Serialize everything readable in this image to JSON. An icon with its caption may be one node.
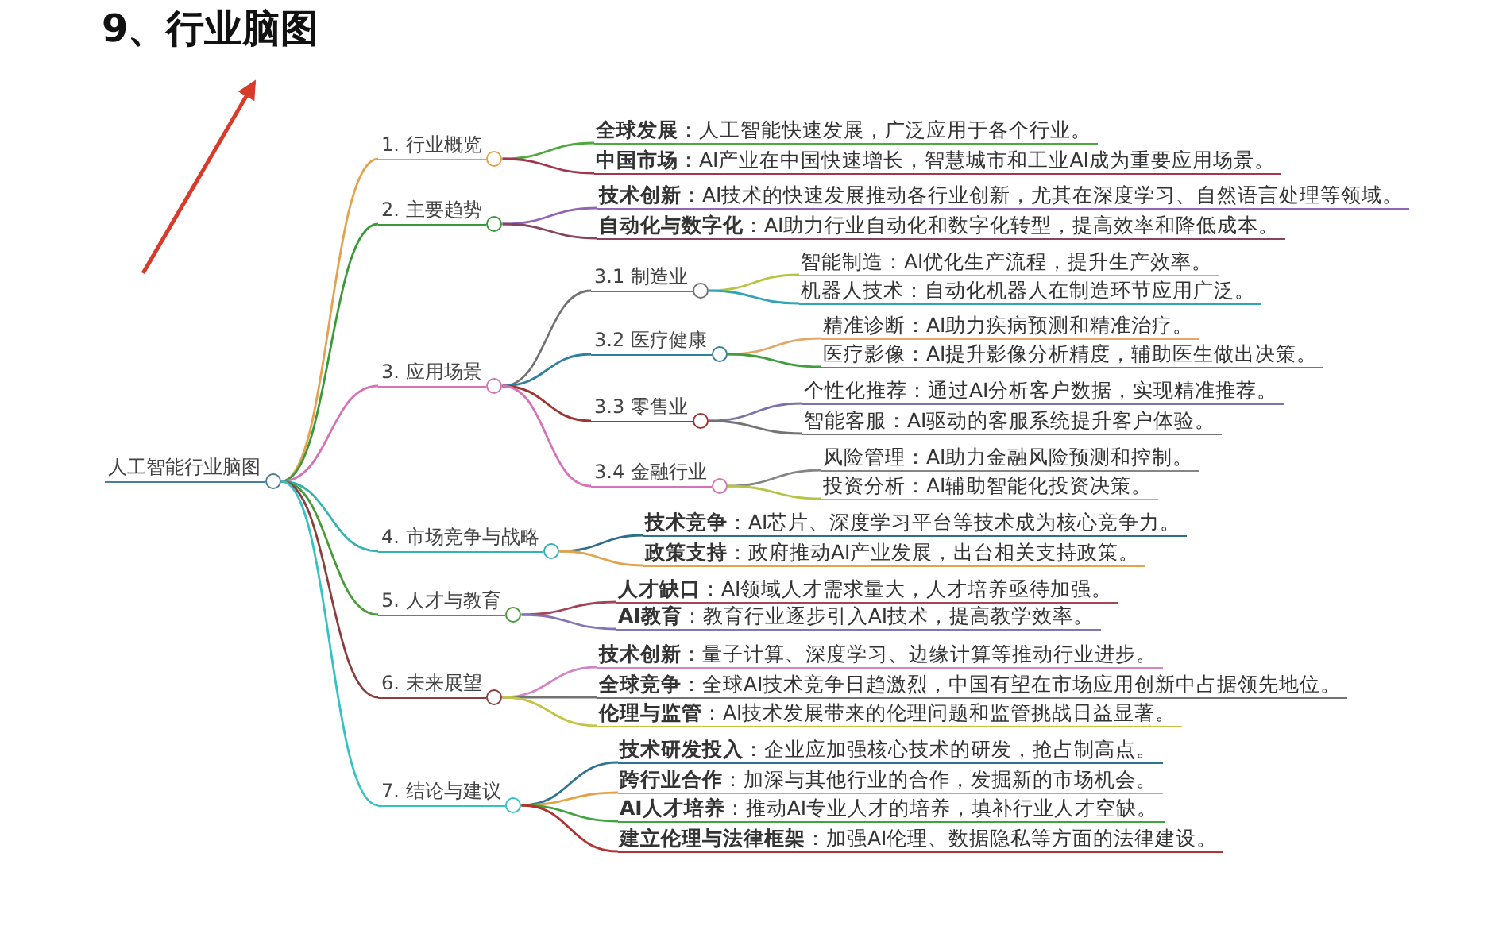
{
  "diagram": {
    "title": "9、行业脑图",
    "nodes": [
      {
        "text": [
          "人工智能行业脑图"
        ]
      },
      {
        "text": [
          "1. 行业概览"
        ]
      },
      {
        "text": [
          "**全球发展**：人工智能快速发展，广泛应用于各个行业。"
        ]
      },
      {
        "text": [
          "**中国市场**：AI产业在中国快速增长，智慧城市和工业AI成为重要应用场景。"
        ]
      },
      {
        "text": [
          "2. 主要趋势"
        ]
      },
      {
        "text": [
          "**技术创新**：AI技术的快速发展推动各行业创新，尤其在深度学习、自然语言处理等领域。"
        ]
      },
      {
        "text": [
          "**自动化与数字化**：AI助力行业自动化和数字化转型，提高效率和降低成本。"
        ]
      },
      {
        "text": [
          "3. 应用场景"
        ]
      },
      {
        "text": [
          "3.1 制造业"
        ]
      },
      {
        "text": [
          "智能制造：AI优化生产流程，提升生产效率。"
        ]
      },
      {
        "text": [
          "机器人技术：自动化机器人在制造环节应用广泛。"
        ]
      },
      {
        "text": [
          "3.2 医疗健康"
        ]
      },
      {
        "text": [
          "精准诊断：AI助力疾病预测和精准治疗。"
        ]
      },
      {
        "text": [
          "医疗影像：AI提升影像分析精度，辅助医生做出决策。"
        ]
      },
      {
        "text": [
          "3.3 零售业"
        ]
      },
      {
        "text": [
          "个性化推荐：通过AI分析客户数据，实现精准推荐。"
        ]
      },
      {
        "text": [
          "智能客服：AI驱动的客服系统提升客户体验。"
        ]
      },
      {
        "text": [
          "3.4 金融行业"
        ]
      },
      {
        "text": [
          "风险管理：AI助力金融风险预测和控制。"
        ]
      },
      {
        "text": [
          "投资分析：AI辅助智能化投资决策。"
        ]
      },
      {
        "text": [
          "4. 市场竞争与战略"
        ]
      },
      {
        "text": [
          "**技术竞争**：AI芯片、深度学习平台等技术成为核心竞争力。"
        ]
      },
      {
        "text": [
          "**政策支持**：政府推动AI产业发展，出台相关支持政策。"
        ]
      },
      {
        "text": [
          "5. 人才与教育"
        ]
      },
      {
        "text": [
          "**人才缺口**：AI领域人才需求量大，人才培养亟待加强。"
        ]
      },
      {
        "text": [
          "**AI教育**：教育行业逐步引入AI技术，提高教学效率。"
        ]
      },
      {
        "text": [
          "6. 未来展望"
        ]
      },
      {
        "text": [
          "**技术创新**：量子计算、深度学习、边缘计算等推动行业进步。"
        ]
      },
      {
        "text": [
          "**全球竞争**：全球AI技术竞争日趋激烈，中国有望在市场应用创新中占据领先地位。"
        ]
      },
      {
        "text": [
          "**伦理与监管**：AI技术发展带来的伦理问题和监管挑战日益显著。"
        ]
      },
      {
        "text": [
          "7. 结论与建议"
        ]
      },
      {
        "text": [
          "**技术研发投入**：企业应加强核心技术的研发，抢占制高点。"
        ]
      },
      {
        "text": [
          "**跨行业合作**：加深与其他行业的合作，发掘新的市场机会。"
        ]
      },
      {
        "text": [
          "**AI人才培养**：推动AI专业人才的培养，填补行业人才空缺。"
        ]
      },
      {
        "text": [
          "**建立伦理与法律框架**：加强AI伦理、数据隐私等方面的法律建设。"
        ]
      }
    ],
    "edges": [
      {
        "from": 0,
        "to": 1,
        "arrow": "none",
        "color": "#e3a24e"
      },
      {
        "from": 1,
        "to": 2,
        "arrow": "none",
        "color": "#4fa83f"
      },
      {
        "from": 1,
        "to": 3,
        "arrow": "none",
        "color": "#a3364f"
      },
      {
        "from": 0,
        "to": 4,
        "arrow": "none",
        "color": "#3a9a3a"
      },
      {
        "from": 4,
        "to": 5,
        "arrow": "none",
        "color": "#9366b5"
      },
      {
        "from": 4,
        "to": 6,
        "arrow": "none",
        "color": "#86455f"
      },
      {
        "from": 0,
        "to": 7,
        "arrow": "none",
        "color": "#d673b6"
      },
      {
        "from": 7,
        "to": 8,
        "arrow": "none",
        "color": "#727272"
      },
      {
        "from": 8,
        "to": 9,
        "arrow": "none",
        "color": "#b5c443"
      },
      {
        "from": 8,
        "to": 10,
        "arrow": "none",
        "color": "#2fa5b5"
      },
      {
        "from": 7,
        "to": 11,
        "arrow": "none",
        "color": "#2f7f9e"
      },
      {
        "from": 11,
        "to": 12,
        "arrow": "none",
        "color": "#e3a867"
      },
      {
        "from": 11,
        "to": 13,
        "arrow": "none",
        "color": "#3f9d3f"
      },
      {
        "from": 7,
        "to": 14,
        "arrow": "none",
        "color": "#a33333"
      },
      {
        "from": 14,
        "to": 15,
        "arrow": "none",
        "color": "#7f72a6"
      },
      {
        "from": 14,
        "to": 16,
        "arrow": "none",
        "color": "#737373"
      },
      {
        "from": 7,
        "to": 17,
        "arrow": "none",
        "color": "#d673b6"
      },
      {
        "from": 17,
        "to": 18,
        "arrow": "none",
        "color": "#858585"
      },
      {
        "from": 17,
        "to": 19,
        "arrow": "none",
        "color": "#b5c443"
      },
      {
        "from": 0,
        "to": 20,
        "arrow": "none",
        "color": "#35b3b3"
      },
      {
        "from": 20,
        "to": 21,
        "arrow": "none",
        "color": "#2f6f8a"
      },
      {
        "from": 20,
        "to": 22,
        "arrow": "none",
        "color": "#e3a24e"
      },
      {
        "from": 0,
        "to": 23,
        "arrow": "none",
        "color": "#4a9a3a"
      },
      {
        "from": 23,
        "to": 24,
        "arrow": "none",
        "color": "#a34556"
      },
      {
        "from": 23,
        "to": 25,
        "arrow": "none",
        "color": "#8274b5"
      },
      {
        "from": 0,
        "to": 26,
        "arrow": "none",
        "color": "#8a3f3f"
      },
      {
        "from": 26,
        "to": 27,
        "arrow": "none",
        "color": "#d685c4"
      },
      {
        "from": 26,
        "to": 28,
        "arrow": "none",
        "color": "#737373"
      },
      {
        "from": 26,
        "to": 29,
        "arrow": "none",
        "color": "#c4c443"
      },
      {
        "from": 0,
        "to": 30,
        "arrow": "none",
        "color": "#35c2c2"
      },
      {
        "from": 30,
        "to": 31,
        "arrow": "none",
        "color": "#2f7394"
      },
      {
        "from": 30,
        "to": 32,
        "arrow": "none",
        "color": "#e3a244"
      },
      {
        "from": 30,
        "to": 33,
        "arrow": "none",
        "color": "#3fa33f"
      },
      {
        "from": 30,
        "to": 34,
        "arrow": "none",
        "color": "#b33333"
      }
    ]
  }
}
